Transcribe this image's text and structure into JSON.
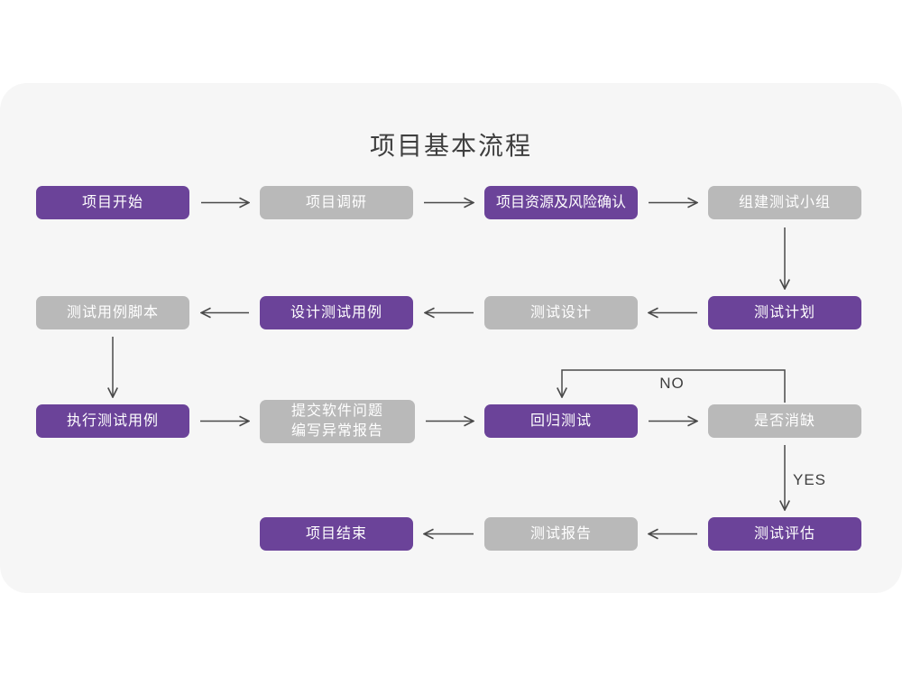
{
  "title": "项目基本流程",
  "colors": {
    "primary": "#6b4399",
    "secondary": "#b9b9b9",
    "arrow": "#4a4a4a",
    "card_bg": "#f6f6f6",
    "page_bg": "#ffffff",
    "node_text": "#ffffff",
    "title_text": "#3f3f3f"
  },
  "nodes": {
    "project_start": {
      "label": "项目开始",
      "style": "primary"
    },
    "project_research": {
      "label": "项目调研",
      "style": "secondary"
    },
    "resource_risk_confirm": {
      "label": "项目资源及风险确认",
      "style": "primary"
    },
    "build_test_team": {
      "label": "组建测试小组",
      "style": "secondary"
    },
    "test_plan": {
      "label": "测试计划",
      "style": "primary"
    },
    "test_design": {
      "label": "测试设计",
      "style": "secondary"
    },
    "design_test_case": {
      "label": "设计测试用例",
      "style": "primary"
    },
    "test_case_script": {
      "label": "测试用例脚本",
      "style": "secondary"
    },
    "execute_test_case": {
      "label": "执行测试用例",
      "style": "primary"
    },
    "submit_issue_report": {
      "label_line1": "提交软件问题",
      "label_line2": "编写异常报告",
      "style": "secondary"
    },
    "regression_test": {
      "label": "回归测试",
      "style": "primary"
    },
    "defect_check": {
      "label": "是否消缺",
      "style": "secondary"
    },
    "test_evaluation": {
      "label": "测试评估",
      "style": "primary"
    },
    "test_report": {
      "label": "测试报告",
      "style": "secondary"
    },
    "project_end": {
      "label": "项目结束",
      "style": "primary"
    }
  },
  "edge_labels": {
    "no": "NO",
    "yes": "YES"
  },
  "edges": [
    {
      "from": "project_start",
      "to": "project_research"
    },
    {
      "from": "project_research",
      "to": "resource_risk_confirm"
    },
    {
      "from": "resource_risk_confirm",
      "to": "build_test_team"
    },
    {
      "from": "build_test_team",
      "to": "test_plan"
    },
    {
      "from": "test_plan",
      "to": "test_design"
    },
    {
      "from": "test_design",
      "to": "design_test_case"
    },
    {
      "from": "design_test_case",
      "to": "test_case_script"
    },
    {
      "from": "test_case_script",
      "to": "execute_test_case"
    },
    {
      "from": "execute_test_case",
      "to": "submit_issue_report"
    },
    {
      "from": "submit_issue_report",
      "to": "regression_test"
    },
    {
      "from": "regression_test",
      "to": "defect_check"
    },
    {
      "from": "defect_check",
      "to": "regression_test",
      "label": "NO"
    },
    {
      "from": "defect_check",
      "to": "test_evaluation",
      "label": "YES"
    },
    {
      "from": "test_evaluation",
      "to": "test_report"
    },
    {
      "from": "test_report",
      "to": "project_end"
    }
  ]
}
